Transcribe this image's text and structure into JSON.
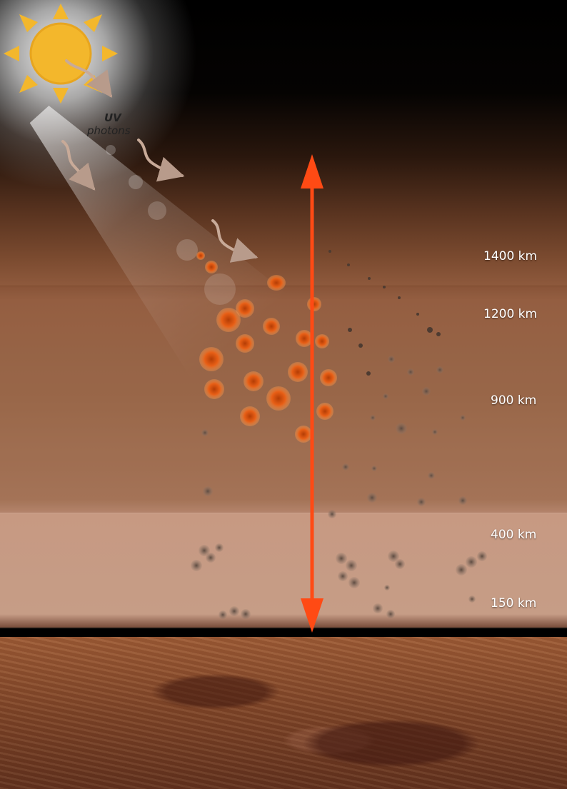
{
  "illustration": {
    "uv_label": {
      "line1": "UV",
      "line2": "photons"
    },
    "altitude_labels": [
      "1400 km",
      "1200 km",
      "900 km",
      "400 km",
      "150 km"
    ],
    "colors": {
      "arrow": "#ff4a14",
      "sun": "#f3b72c",
      "particle": "#d95a16",
      "surface": "#7a4327"
    },
    "icons": {
      "sun": "sun-icon",
      "arrow": "double-headed-arrow-icon",
      "photon": "wavy-arrow-icon"
    }
  }
}
